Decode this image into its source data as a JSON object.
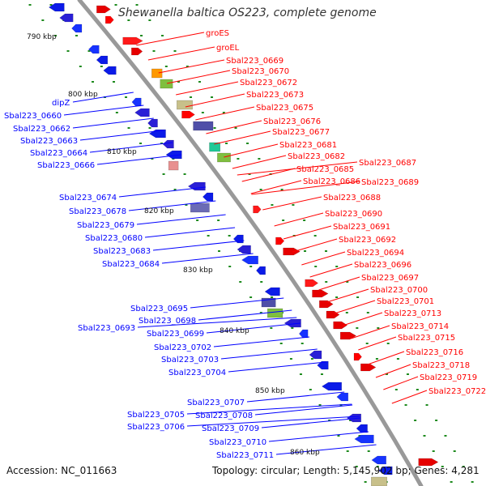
{
  "title": "Shewanella baltica OS223, complete genome",
  "accession": "Accession: NC_011663",
  "summary": "Topology: circular; Length: 5,145,902 bp; Genes: 4,281",
  "colors": {
    "forward_label": "#ff0000",
    "reverse_label": "#0000ff",
    "backbone": "#999999"
  },
  "kbp_labels": [
    "790 kbp",
    "800 kbp",
    "810 kbp",
    "820 kbp",
    "830 kbp",
    "840 kbp",
    "850 kbp",
    "860 kbp"
  ],
  "forward_genes": [
    "groES",
    "groEL",
    "Sbal223_0669",
    "Sbal223_0670",
    "Sbal223_0672",
    "Sbal223_0673",
    "Sbal223_0675",
    "Sbal223_0676",
    "Sbal223_0677",
    "Sbal223_0681",
    "Sbal223_0682",
    "Sbal223_0685",
    "Sbal223_0686",
    "Sbal223_0687",
    "Sbal223_0688",
    "Sbal223_0689",
    "Sbal223_0690",
    "Sbal223_0691",
    "Sbal223_0692",
    "Sbal223_0694",
    "Sbal223_0696",
    "Sbal223_0697",
    "Sbal223_0700",
    "Sbal223_0701",
    "Sbal223_0713",
    "Sbal223_0714",
    "Sbal223_0715",
    "Sbal223_0716",
    "Sbal223_0718",
    "Sbal223_0719",
    "Sbal223_0722"
  ],
  "reverse_genes": [
    "dipZ",
    "Sbal223_0660",
    "Sbal223_0662",
    "Sbal223_0663",
    "Sbal223_0664",
    "Sbal223_0666",
    "Sbal223_0674",
    "Sbal223_0678",
    "Sbal223_0679",
    "Sbal223_0680",
    "Sbal223_0683",
    "Sbal223_0684",
    "Sbal223_0695",
    "Sbal223_0698",
    "Sbal223_0693",
    "Sbal223_0699",
    "Sbal223_0702",
    "Sbal223_0703",
    "Sbal223_0704",
    "Sbal223_0707",
    "Sbal223_0705",
    "Sbal223_0708",
    "Sbal223_0706",
    "Sbal223_0709",
    "Sbal223_0710",
    "Sbal223_0711"
  ]
}
